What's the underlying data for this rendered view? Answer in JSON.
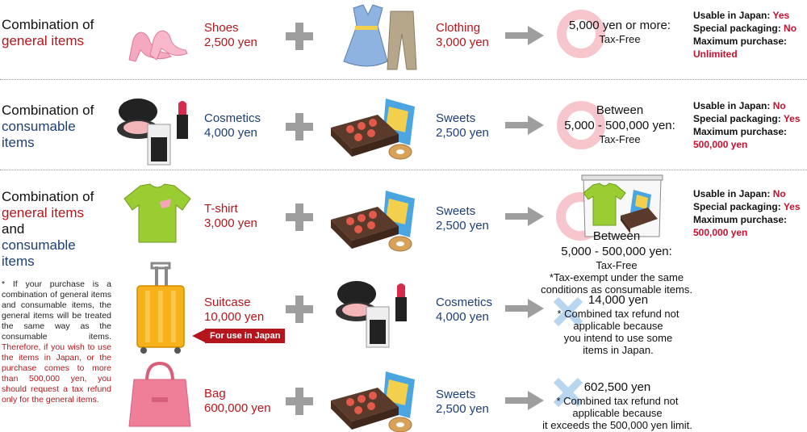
{
  "rows": [
    {
      "category": {
        "line1": "Combination of",
        "line2": "general items"
      },
      "item1": {
        "name": "Shoes",
        "price": "2,500 yen"
      },
      "item2": {
        "name": "Clothing",
        "price": "3,000 yen"
      },
      "result": {
        "line1": "5,000 yen or more:",
        "line2": "Tax-Free"
      },
      "info": {
        "usable_label": "Usable in Japan:",
        "usable_value": "Yes",
        "packaging_label": "Special packaging:",
        "packaging_value": "No",
        "max_label": "Maximum purchase:",
        "max_value": "Unlimited"
      }
    },
    {
      "category": {
        "line1": "Combination of",
        "line2": "consumable",
        "line3": "items"
      },
      "item1": {
        "name": "Cosmetics",
        "price": "4,000 yen"
      },
      "item2": {
        "name": "Sweets",
        "price": "2,500 yen"
      },
      "result": {
        "line1": "Between",
        "line2": "5,000 - 500,000 yen:",
        "line3": "Tax-Free"
      },
      "info": {
        "usable_label": "Usable in Japan:",
        "usable_value": "No",
        "packaging_label": "Special packaging:",
        "packaging_value": "Yes",
        "max_label": "Maximum purchase:",
        "max_value": "500,000 yen"
      }
    },
    {
      "category": {
        "line1": "Combination of",
        "line2": "general items",
        "line3": "and",
        "line4": "consumable",
        "line5": "items"
      },
      "item1": {
        "name": "T-shirt",
        "price": "3,000 yen"
      },
      "item2": {
        "name": "Sweets",
        "price": "2,500 yen"
      },
      "result": {
        "line1": "Between",
        "line2": "5,000 - 500,000 yen:",
        "line3": "Tax-Free",
        "line4": "*Tax-exempt under the same",
        "line5": "conditions as consumable items."
      },
      "info": {
        "usable_label": "Usable in Japan:",
        "usable_value": "No",
        "packaging_label": "Special packaging:",
        "packaging_value": "Yes",
        "max_label": "Maximum purchase:",
        "max_value": "500,000 yen"
      }
    },
    {
      "item1": {
        "name": "Suitcase",
        "price": "10,000 yen",
        "badge": "For use in Japan"
      },
      "item2": {
        "name": "Cosmetics",
        "price": "4,000 yen"
      },
      "result": {
        "line1": "14,000 yen",
        "line2": "* Combined tax refund not",
        "line3": "applicable because",
        "line4": "you intend to use some",
        "line5": "items in Japan."
      }
    },
    {
      "item1": {
        "name": "Bag",
        "price": "600,000 yen"
      },
      "item2": {
        "name": "Sweets",
        "price": "2,500 yen"
      },
      "result": {
        "line1": "602,500 yen",
        "line2": "* Combined tax refund not",
        "line3": "applicable because",
        "line4": "it exceeds the 500,000 yen limit."
      }
    }
  ],
  "note": {
    "part1": "* If your purchase is a combination of general items and consumable items, the general items will be treated the same way as the consumable items.",
    "part2": "Therefore, if you wish to use the items in Japan, or the purchase comes to more than 500,000 yen, you should request a tax refund only for the general items."
  },
  "colors": {
    "red": "#b5161c",
    "blue": "#1d3f75",
    "circle": "#f6c6cc",
    "cross": "#b9d6f0",
    "operator": "#9e9e9e"
  }
}
